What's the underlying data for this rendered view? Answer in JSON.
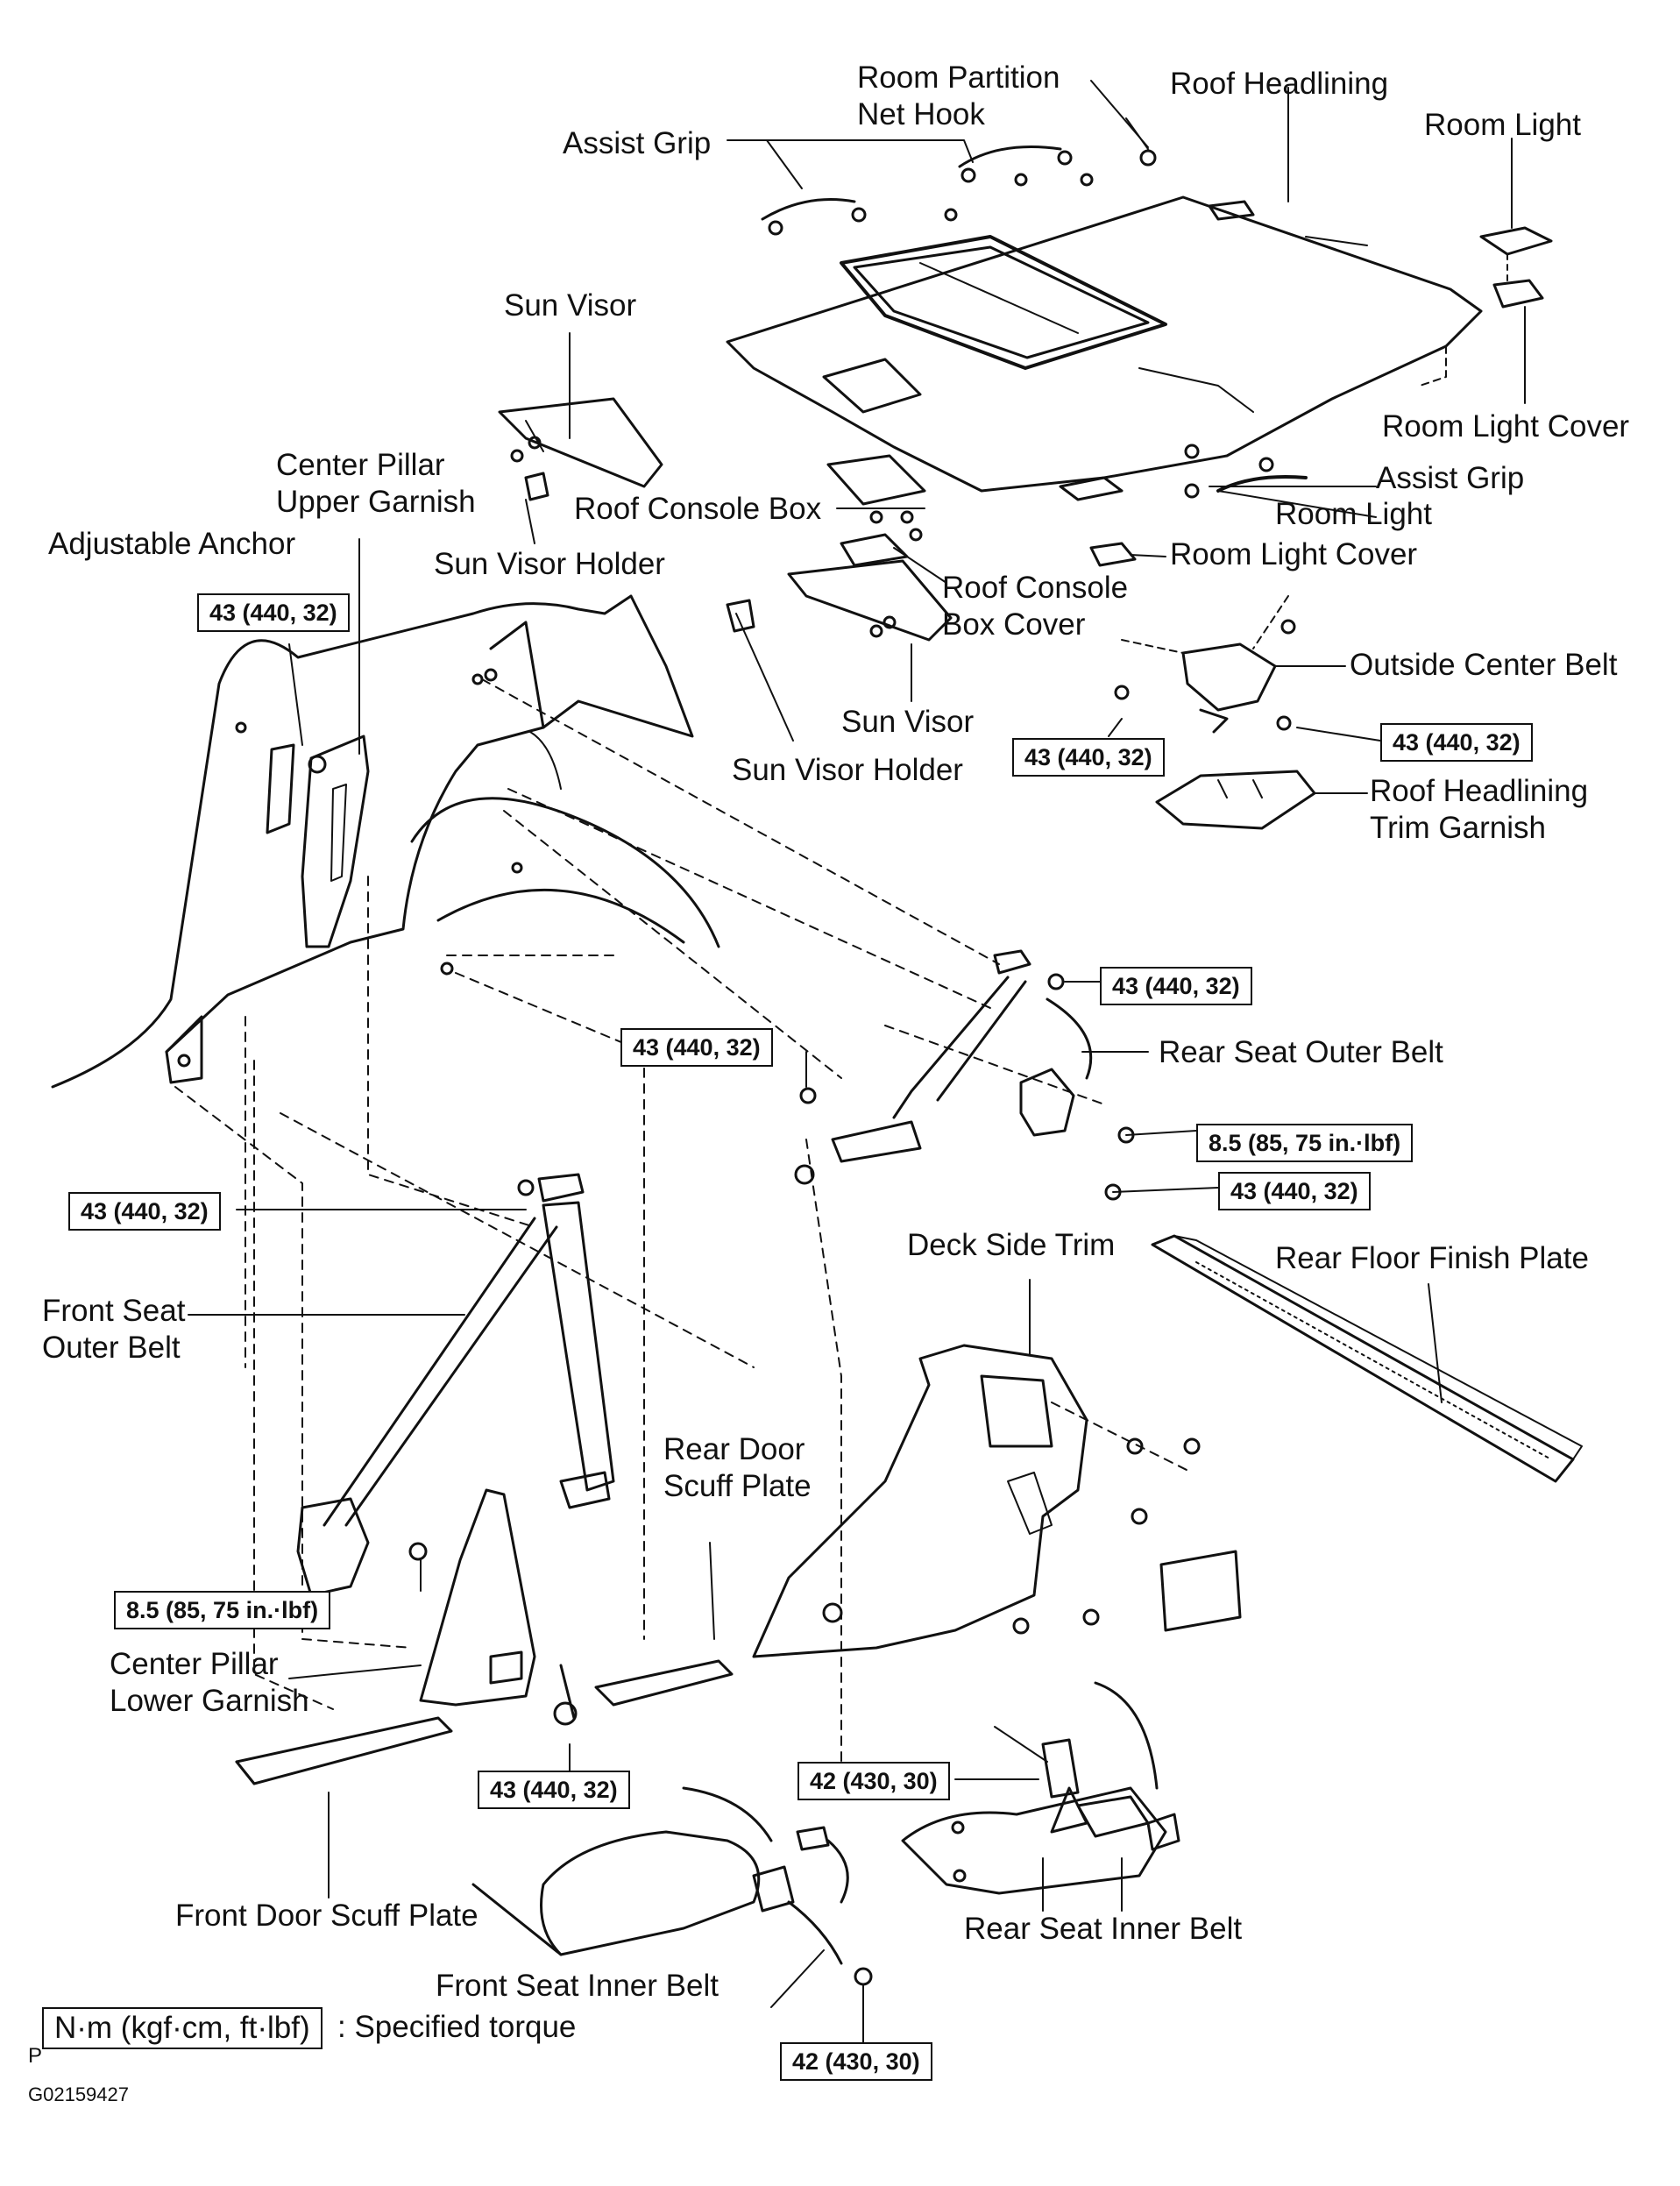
{
  "labels": {
    "room_partition_net_hook": [
      "Room Partition",
      "Net Hook"
    ],
    "roof_headlining": "Roof Headlining",
    "room_light_top": "Room Light",
    "assist_grip_top": "Assist Grip",
    "sun_visor_top": "Sun Visor",
    "room_light_cover_top": "Room Light Cover",
    "center_pillar_upper_garnish": [
      "Center Pillar",
      "Upper Garnish"
    ],
    "assist_grip_right": "Assist Grip",
    "roof_console_box": "Roof Console Box",
    "room_light_mid": "Room Light",
    "adjustable_anchor": "Adjustable Anchor",
    "sun_visor_holder_top": "Sun Visor Holder",
    "room_light_cover_mid": "Room Light Cover",
    "roof_console_box_cover": [
      "Roof Console",
      "Box Cover"
    ],
    "outside_center_belt": "Outside Center Belt",
    "sun_visor_mid": "Sun Visor",
    "sun_visor_holder_mid": "Sun Visor Holder",
    "roof_headlining_trim_garnish": [
      "Roof Headlining",
      "Trim Garnish"
    ],
    "rear_seat_outer_belt": "Rear Seat Outer Belt",
    "deck_side_trim": "Deck Side Trim",
    "rear_floor_finish_plate": "Rear Floor Finish Plate",
    "front_seat_outer_belt": [
      "Front Seat",
      "Outer Belt"
    ],
    "rear_door_scuff_plate": [
      "Rear Door",
      "Scuff Plate"
    ],
    "center_pillar_lower_garnish": [
      "Center Pillar",
      "Lower Garnish"
    ],
    "front_door_scuff_plate": "Front Door Scuff Plate",
    "rear_seat_inner_belt": "Rear Seat Inner Belt",
    "front_seat_inner_belt": "Front Seat Inner Belt"
  },
  "torques": {
    "adjustable_anchor": "43 (440, 32)",
    "outside_center_left": "43 (440, 32)",
    "outside_center_right": "43 (440, 32)",
    "rear_outer_upper": "43 (440, 32)",
    "rear_outer_lower_anchor": "43 (440, 32)",
    "rear_outer_retractor_a": "8.5 (85, 75 in.·lbf)",
    "rear_outer_retractor_b": "43 (440, 32)",
    "front_outer_upper": "43 (440, 32)",
    "front_outer_retractor": "8.5 (85, 75 in.·lbf)",
    "front_outer_lower": "43 (440, 32)",
    "rear_inner": "42 (430, 30)",
    "front_inner": "42 (430, 30)"
  },
  "legend": {
    "unit_box": "N·m (kgf·cm, ft·lbf)",
    "text": ": Specified torque"
  },
  "footer": {
    "mark": "P",
    "code": "G02159427"
  }
}
